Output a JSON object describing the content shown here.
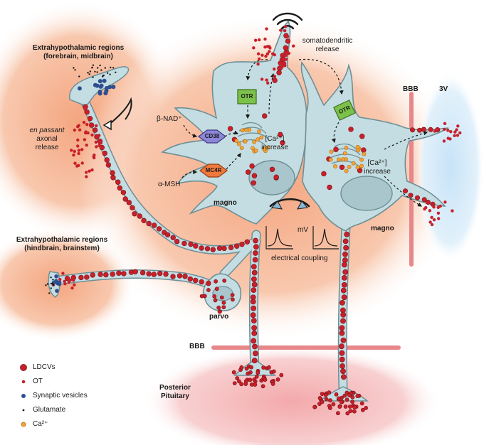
{
  "labels": {
    "extra_forebrain_line1": "Extrahypothalamic regions",
    "extra_forebrain_line2": "(forebrain, midbrain)",
    "extra_hindbrain_line1": "Extrahypothalamic regions",
    "extra_hindbrain_line2": "(hindbrain, brainstem)",
    "en_passant_line1": "en passant",
    "en_passant_line2": "axonal",
    "en_passant_line3": "release",
    "somatodendritic_line1": "somatodendritic",
    "somatodendritic_line2": "release",
    "bbb_right": "BBB",
    "third_ventricle": "3V",
    "bbb_bottom": "BBB",
    "posterior_pituitary_line1": "Posterior",
    "posterior_pituitary_line2": "Pituitary",
    "beta_nad": "β-NAD⁺",
    "alpha_msh": "α-MSH",
    "magno_left": "magno",
    "magno_right": "magno",
    "parvo": "parvo",
    "ca_increase_left_line1": "[Ca²⁺]",
    "ca_increase_left_line2": "increase",
    "ca_increase_right_line1": "[Ca²⁺]",
    "ca_increase_right_line2": "increase",
    "mv": "mV",
    "electrical_coupling": "electrical coupling"
  },
  "receptors": {
    "otr_left": "OTR",
    "otr_right": "OTR",
    "cd38": "CD38",
    "mc4r": "MC4R"
  },
  "legend": [
    {
      "label": "LDCVs",
      "marker": "large-red-dot"
    },
    {
      "label": "OT",
      "marker": "small-red-dot"
    },
    {
      "label": "Synaptic vesicles",
      "marker": "blue-dot"
    },
    {
      "label": "Glutamate",
      "marker": "tiny-dark-dot"
    },
    {
      "label": "Ca²⁺",
      "marker": "orange-dot"
    }
  ],
  "colors": {
    "neuron_fill": "#c4dde2",
    "neuron_stroke": "#6e8f96",
    "ldcv_red": "#c8202a",
    "synaptic_blue": "#2e4f8f",
    "calcium_orange": "#f5a335",
    "otr_green": "#7cc24a",
    "cd38_purple": "#8b86d8",
    "mc4r_orange": "#f07a3e",
    "bbb_line": "#e8878a",
    "ventricle_blue": "#d9ecf9",
    "pituitary_pink": "#f7c9cb"
  }
}
